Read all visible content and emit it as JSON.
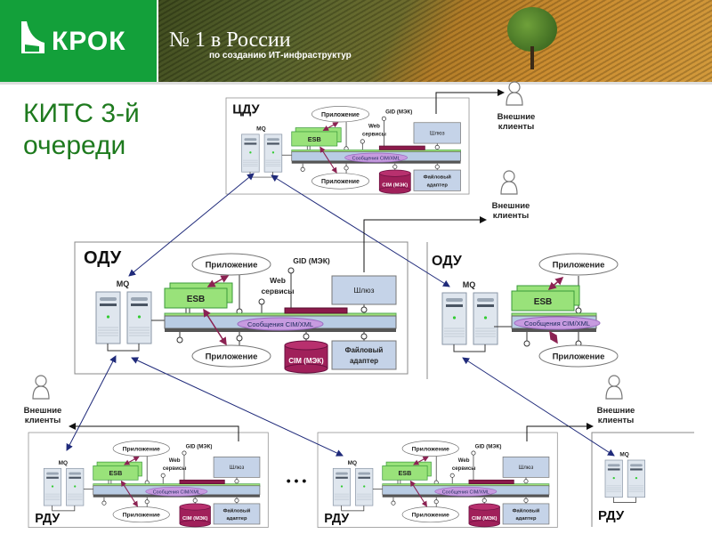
{
  "header": {
    "logo_text": "КРОК",
    "slogan_main": "№ 1 в России",
    "slogan_sub": "по созданию ИТ-инфраструктур",
    "brand_color": "#13a03a"
  },
  "slide": {
    "title_line1": "КИТС 3-й",
    "title_line2": "очереди",
    "title_color": "#1e7a1e"
  },
  "diagram": {
    "block_labels": {
      "mq": "MQ",
      "esb": "ESB",
      "app": "Приложение",
      "gid": "GID (МЭК)",
      "web1": "Web",
      "web2": "сервисы",
      "gateway": "Шлюз",
      "messages": "Сообщения CIM/XML",
      "cim": "CIM (МЭК)",
      "file1": "Файловый",
      "file2": "адаптер"
    },
    "blocks": [
      {
        "id": "cdu",
        "title": "ЦДУ"
      },
      {
        "id": "odu-left",
        "title": "ОДУ"
      },
      {
        "id": "odu-right",
        "title": "ОДУ"
      },
      {
        "id": "rdu-left",
        "title": "РДУ"
      },
      {
        "id": "rdu-middle",
        "title": "РДУ"
      },
      {
        "id": "rdu-right",
        "title": "РДУ"
      }
    ],
    "external_clients": [
      "Внешние",
      "клиенты"
    ],
    "ellipsis": "• • •",
    "colors": {
      "esb": "#99e27a",
      "bus": "#b8cce4",
      "messages": "#c79be0",
      "cim": "#a0205a",
      "gateway": "#c5d3e8",
      "link": "#1f2a7a",
      "app_arrow": "#8b2252"
    }
  }
}
